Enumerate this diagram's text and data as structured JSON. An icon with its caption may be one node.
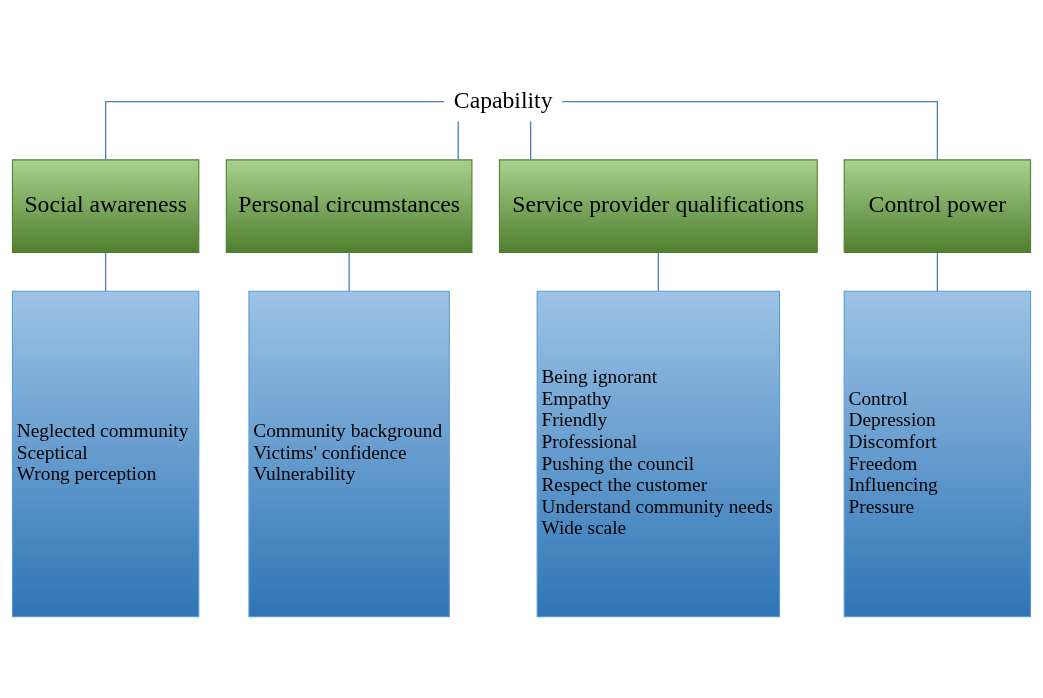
{
  "diagram": {
    "nodes": [
      {
        "text": [
          "Capability"
        ]
      },
      {
        "text": [
          "Social awareness"
        ]
      },
      {
        "text": [
          "Personal circumstances"
        ]
      },
      {
        "text": [
          "Service provider qualifications"
        ]
      },
      {
        "text": [
          "Control power"
        ]
      },
      {
        "text": [
          "Neglected community",
          "Sceptical",
          "Wrong perception"
        ]
      },
      {
        "text": [
          "Community background",
          "Victims' confidence",
          "Vulnerability"
        ]
      },
      {
        "text": [
          "Being ignorant",
          "Empathy",
          "Friendly",
          "Professional",
          "Pushing the council",
          "Respect the customer",
          "Understand community needs",
          "Wide scale"
        ]
      },
      {
        "text": [
          "Control",
          "Depression",
          "Discomfort",
          "Freedom",
          "Influencing",
          "Pressure"
        ]
      }
    ],
    "edges": [
      {
        "from": 0,
        "to": 1,
        "arrow": "none"
      },
      {
        "from": 0,
        "to": 2,
        "arrow": "none"
      },
      {
        "from": 0,
        "to": 3,
        "arrow": "none"
      },
      {
        "from": 0,
        "to": 4,
        "arrow": "none"
      },
      {
        "from": 1,
        "to": 5,
        "arrow": "none"
      },
      {
        "from": 2,
        "to": 6,
        "arrow": "none"
      },
      {
        "from": 3,
        "to": 7,
        "arrow": "none"
      },
      {
        "from": 4,
        "to": 8,
        "arrow": "none"
      }
    ]
  }
}
